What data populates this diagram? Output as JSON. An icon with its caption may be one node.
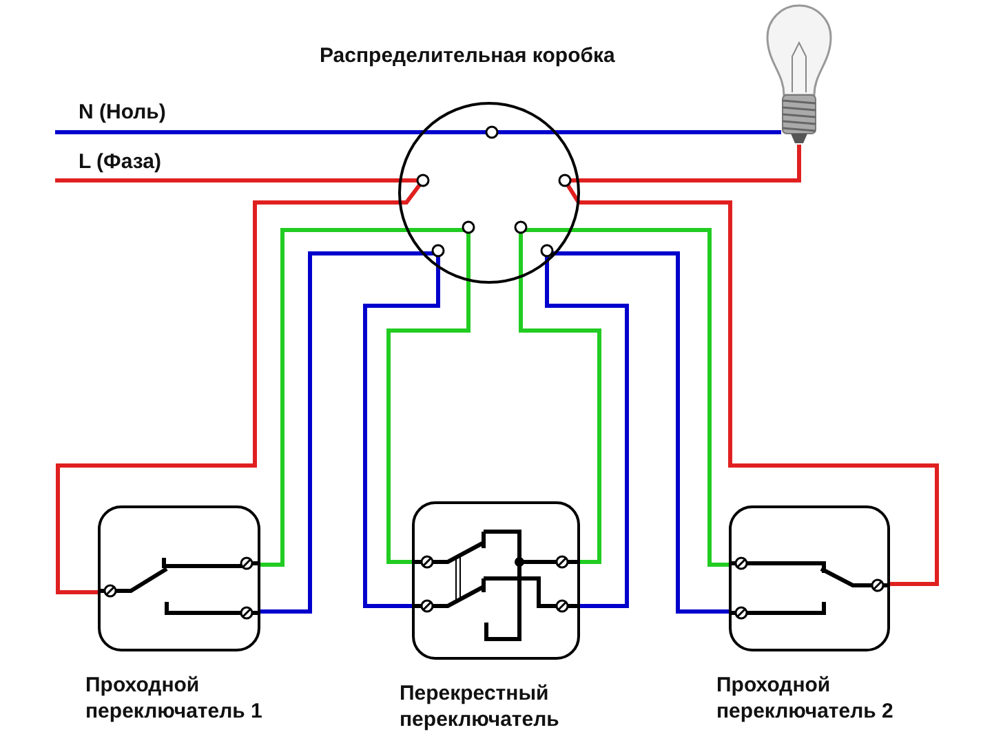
{
  "diagram": {
    "nodes": [
      {
        "text": [
          "Распределительная коробка"
        ]
      },
      {
        "text": [],
        "shape": "picture"
      },
      {
        "text": [
          "Проходной переключатель 1"
        ]
      },
      {
        "text": [
          "Перекрестный переключатель"
        ]
      },
      {
        "text": [
          "Проходной переключатель 2"
        ]
      }
    ],
    "edges": [
      {
        "from": null,
        "to": 0,
        "arrow": "none",
        "color": "#0000cc"
      },
      {
        "from": null,
        "to": 0,
        "arrow": "none",
        "color": "#e02020"
      },
      {
        "from": 0,
        "to": 1,
        "arrow": "none",
        "color": "#0000cc"
      },
      {
        "from": 0,
        "to": 1,
        "arrow": "none",
        "color": "#e02020"
      },
      {
        "from": 0,
        "to": 2,
        "arrow": "none",
        "color": "#e02020"
      },
      {
        "from": 0,
        "to": 2,
        "arrow": "none",
        "color": "#22cc22"
      },
      {
        "from": 0,
        "to": 2,
        "arrow": "none",
        "color": "#0000cc"
      },
      {
        "from": 0,
        "to": 3,
        "arrow": "none",
        "color": "#22cc22"
      },
      {
        "from": 0,
        "to": 3,
        "arrow": "none",
        "color": "#0000cc"
      },
      {
        "from": 0,
        "to": 3,
        "arrow": "none",
        "color": "#22cc22"
      },
      {
        "from": 0,
        "to": 3,
        "arrow": "none",
        "color": "#0000cc"
      },
      {
        "from": 0,
        "to": 4,
        "arrow": "none",
        "color": "#22cc22"
      },
      {
        "from": 0,
        "to": 4,
        "arrow": "none",
        "color": "#0000cc"
      },
      {
        "from": 0,
        "to": 4,
        "arrow": "none",
        "color": "#e02020"
      }
    ],
    "labels": [
      "N (Ноль)",
      "L (Фаза)"
    ]
  }
}
